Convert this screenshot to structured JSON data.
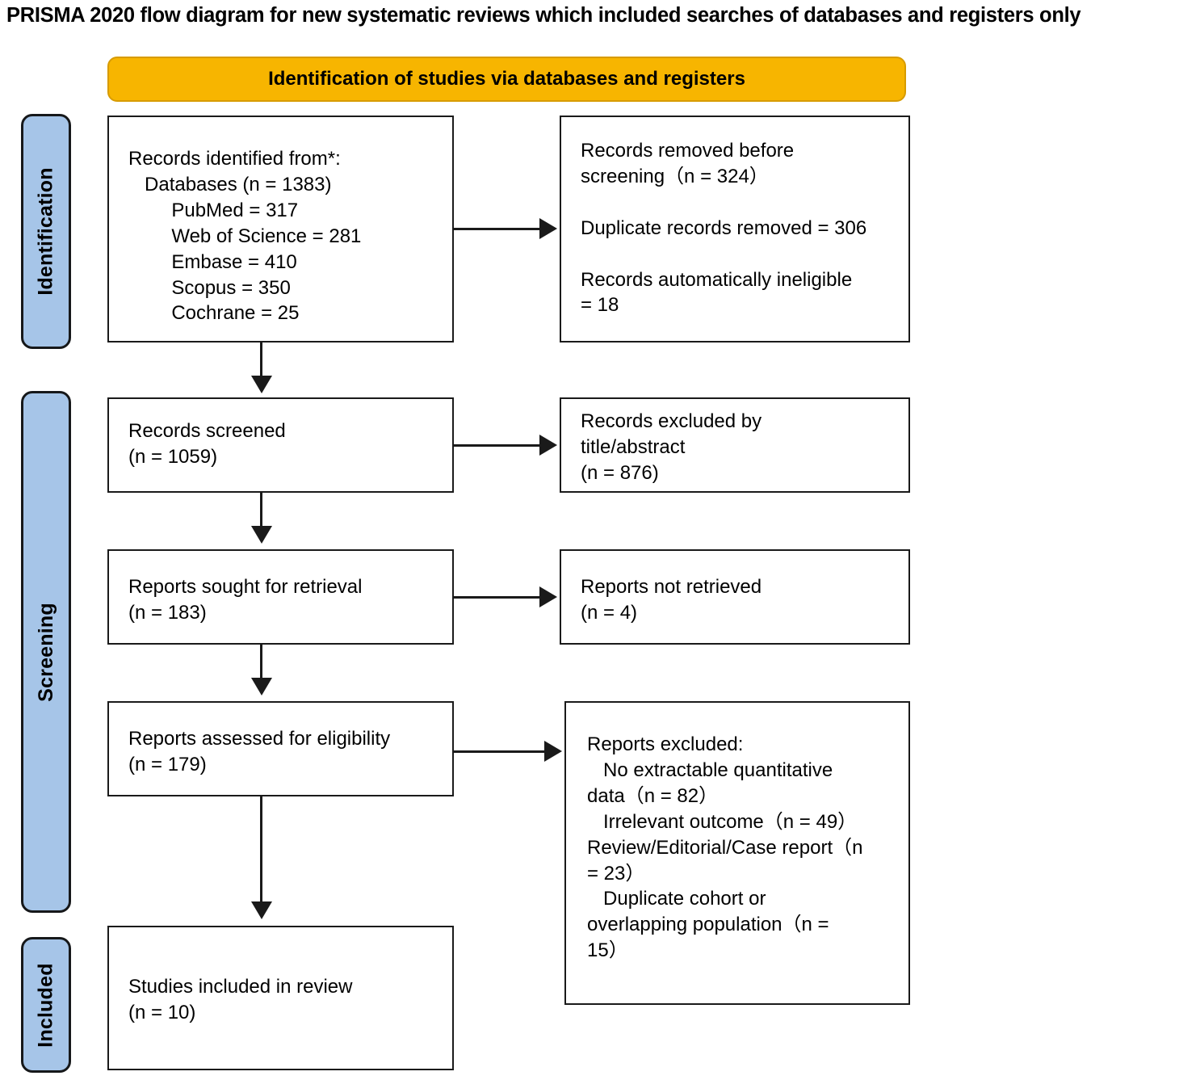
{
  "title": "PRISMA 2020 flow diagram for new systematic reviews which included searches of databases and registers only",
  "banner": {
    "label": "Identification of studies via databases and registers",
    "fill": "#F7B500",
    "border": "#D79B00"
  },
  "stages": [
    {
      "key": "identification",
      "label": "Identification",
      "fill": "#A6C5E8"
    },
    {
      "key": "screening",
      "label": "Screening",
      "fill": "#A6C5E8"
    },
    {
      "key": "included",
      "label": "Included",
      "fill": "#A6C5E8"
    }
  ],
  "boxes": {
    "records_identified": {
      "text": "Records identified from*:\n   Databases (n = 1383)\n        PubMed = 317\n        Web of Science = 281\n        Embase = 410\n        Scopus = 350\n        Cochrane = 25"
    },
    "records_removed": {
      "text": "Records removed before\nscreening（n = 324）\n\nDuplicate records removed = 306\n\nRecords automatically ineligible\n= 18"
    },
    "records_screened": {
      "text": "Records screened\n(n = 1059)"
    },
    "records_excluded": {
      "text": "Records excluded by\ntitle/abstract\n(n = 876)"
    },
    "reports_sought": {
      "text": "Reports sought for retrieval\n(n = 183)"
    },
    "reports_not_retrieved": {
      "text": "Reports not retrieved\n(n = 4)"
    },
    "reports_assessed": {
      "text": "Reports assessed for eligibility\n(n = 179)"
    },
    "reports_excluded": {
      "text": "Reports excluded:\n   No extractable quantitative\ndata（n = 82）\n   Irrelevant outcome（n = 49）\nReview/Editorial/Case report（n\n= 23）\n   Duplicate cohort or\noverlapping population（n =\n15）"
    },
    "studies_included": {
      "text": "Studies included in review\n(n = 10)"
    }
  },
  "counts": {
    "databases_total": 1383,
    "pubmed": 317,
    "web_of_science": 281,
    "embase": 410,
    "scopus": 350,
    "cochrane": 25,
    "removed_before_screening": 324,
    "duplicates_removed": 306,
    "automatically_ineligible": 18,
    "records_screened": 1059,
    "records_excluded_title_abstract": 876,
    "reports_sought": 183,
    "reports_not_retrieved": 4,
    "reports_assessed": 179,
    "excluded_no_extractable_data": 82,
    "excluded_irrelevant_outcome": 49,
    "excluded_review_editorial_case": 23,
    "excluded_duplicate_cohort": 15,
    "studies_included": 10
  }
}
